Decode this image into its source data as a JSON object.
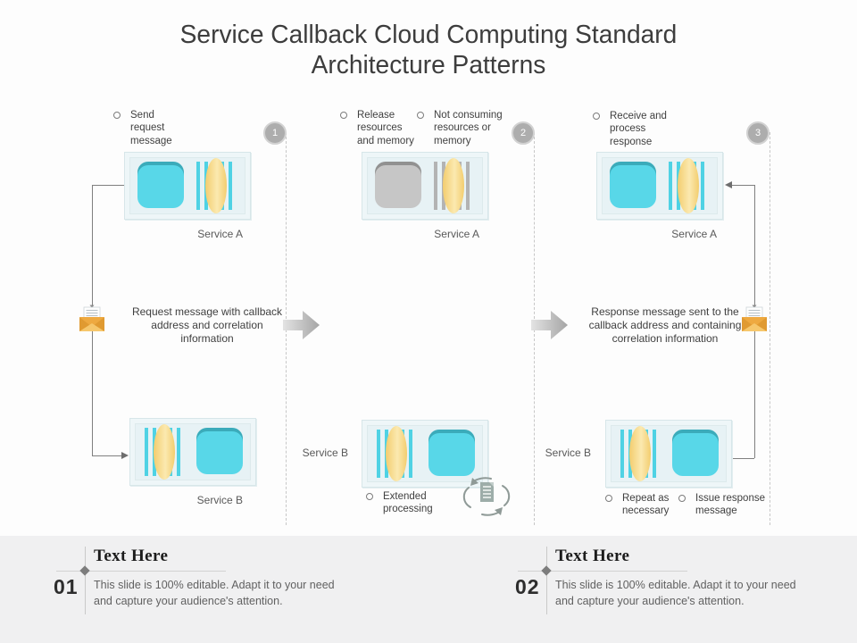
{
  "slide": {
    "title_line1": "Service Callback Cloud Computing Standard",
    "title_line2": "Architecture Patterns"
  },
  "steps": {
    "s1": {
      "badge": "1",
      "bullet1": "Send request message",
      "service_a": "Service A",
      "service_b": "Service B",
      "message": "Request message with callback address and correlation information"
    },
    "s2": {
      "badge": "2",
      "bullet1": "Release resources and memory",
      "bullet2": "Not consuming resources or memory",
      "service_a": "Service A",
      "service_b": "Service B",
      "bullet3": "Extended processing"
    },
    "s3": {
      "badge": "3",
      "bullet1": "Receive and process response",
      "service_a": "Service A",
      "service_b": "Service B",
      "message": "Response message sent to the callback address and containing correlation information",
      "bullet2": "Repeat as necessary",
      "bullet3": "Issue response message"
    }
  },
  "footer": {
    "items": [
      {
        "number": "01",
        "title": "Text Here",
        "body": "This slide is 100% editable. Adapt it to your need and capture your audience's attention."
      },
      {
        "number": "02",
        "title": "Text Here",
        "body": "This slide is 100% editable. Adapt it to your need and capture your audience's attention."
      }
    ]
  },
  "icons": {
    "envelope": "envelope-icon",
    "refresh": "refresh-processing-icon",
    "block_arrow": "right-block-arrow-icon",
    "server": "server-box-icon"
  },
  "colors": {
    "accent_cyan": "#58d7e8",
    "accent_yellow": "#f3cd6e",
    "accent_orange": "#eea940",
    "inactive_gray": "#c6c6c6",
    "divider": "#c7c7c7",
    "connector": "#7f7f7f",
    "footer_band": "#f0f0f1",
    "text_dark": "#3d3d3d",
    "text_gray": "#595959"
  }
}
